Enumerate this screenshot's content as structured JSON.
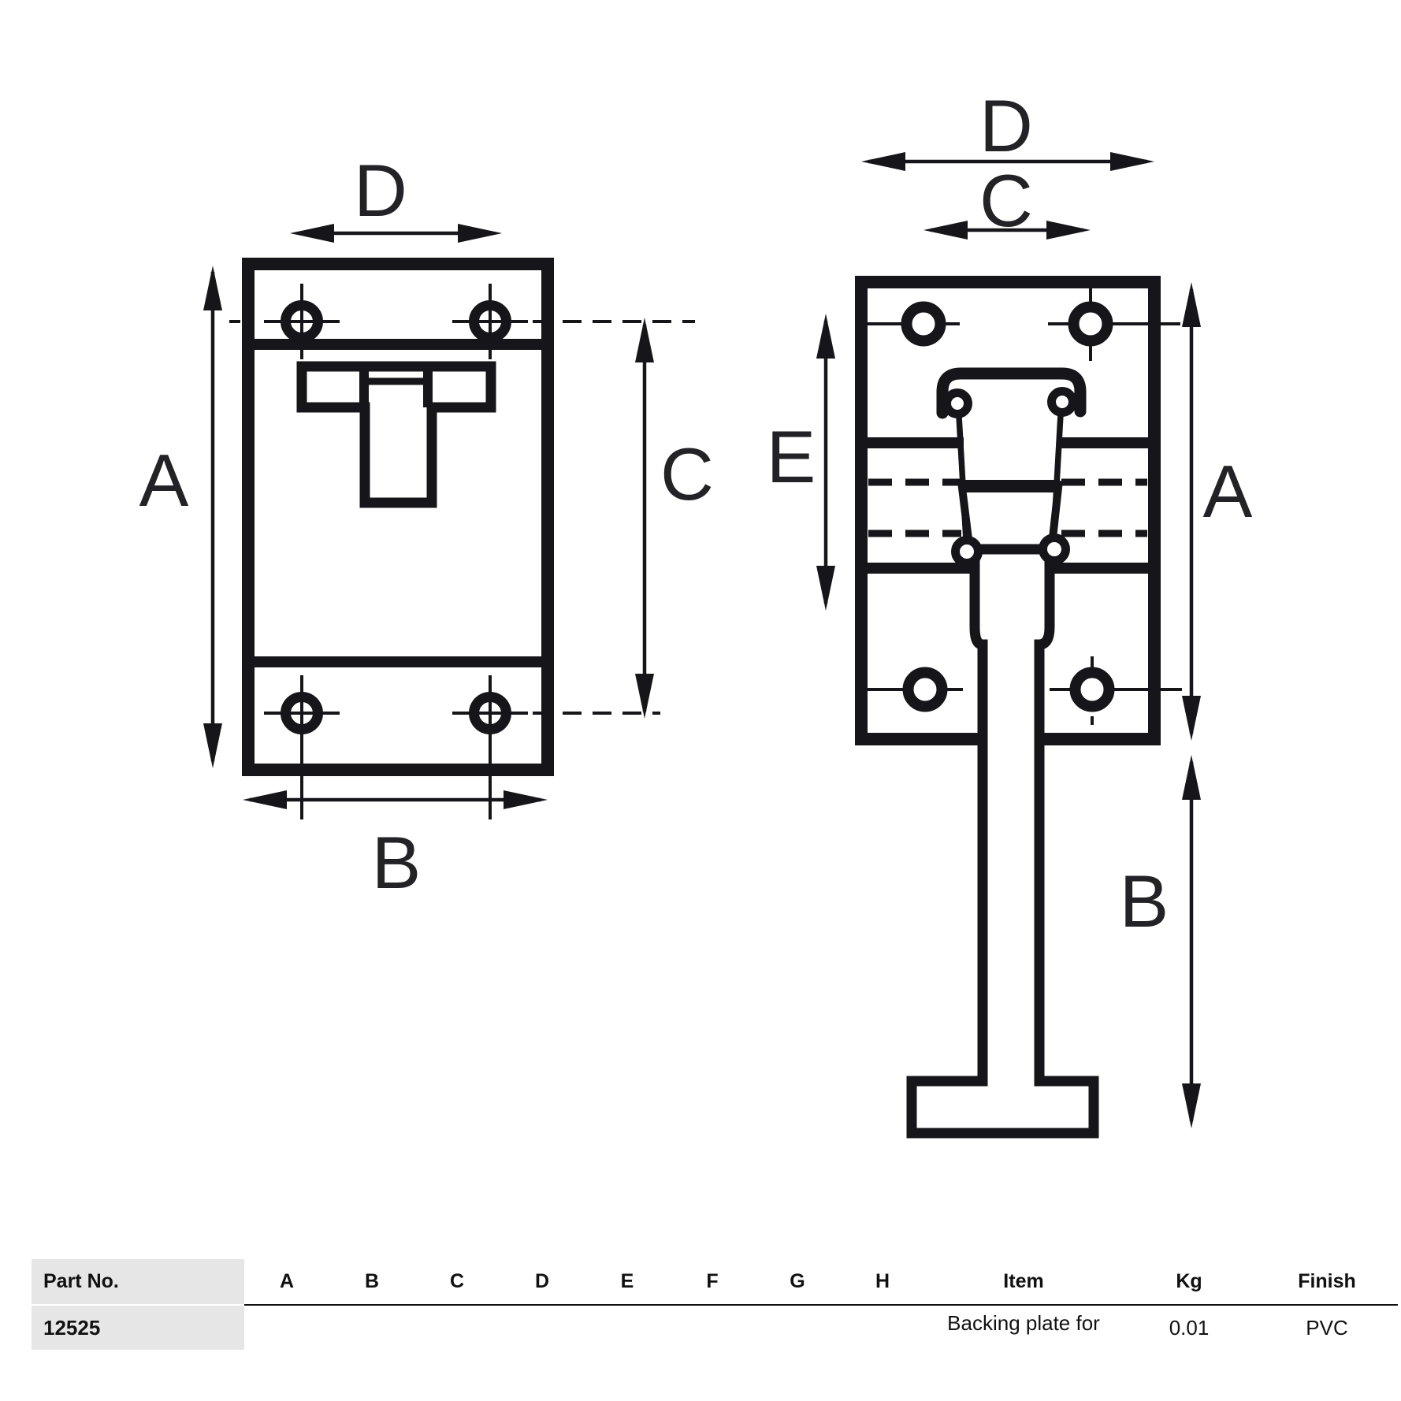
{
  "diagram": {
    "description": "Two-view engineering drawing of a backing plate for a door retainer",
    "front_view": {
      "dim_labels": {
        "D": "D",
        "A": "A",
        "C": "C",
        "B": "B"
      }
    },
    "side_view": {
      "dim_labels": {
        "D": "D",
        "C": "C",
        "E": "E",
        "A": "A",
        "B": "B"
      }
    }
  },
  "table": {
    "headers": [
      "Part No.",
      "A",
      "B",
      "C",
      "D",
      "E",
      "F",
      "G",
      "H",
      "Item",
      "Kg",
      "Finish"
    ],
    "row": {
      "part_no": "12525",
      "dims": [
        "",
        "",
        "",
        "",
        "",
        "",
        "",
        ""
      ],
      "item": "Backing plate for",
      "kg": "0.01",
      "finish": "PVC"
    }
  },
  "colors": {
    "line": "#15151a",
    "table_column_bg": "#e6e6e6"
  }
}
